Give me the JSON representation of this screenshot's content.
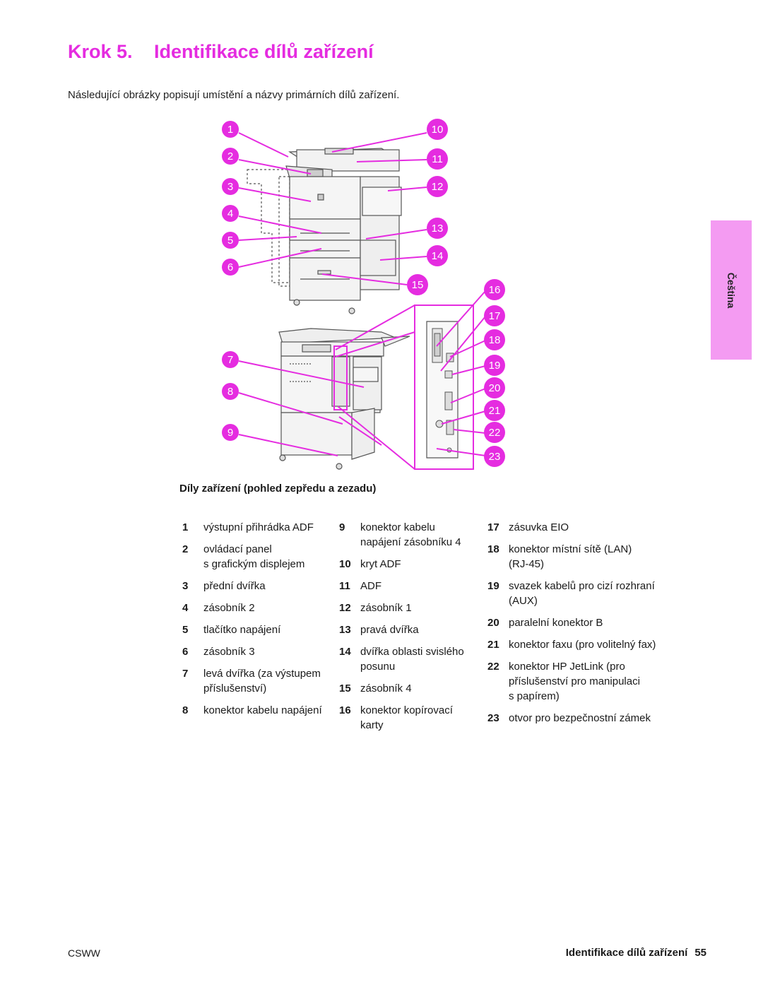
{
  "page": {
    "step": "Krok 5.",
    "title": "Identifikace dílů zařízení",
    "intro": "Následující obrázky popisují umístění a názvy primárních dílů zařízení.",
    "side_tab": "Čeština",
    "caption": "Díly zařízení (pohled zepředu a zezadu)",
    "footer_left": "CSWW",
    "footer_title": "Identifikace dílů zařízení",
    "footer_page": "55"
  },
  "callouts": [
    "1",
    "2",
    "3",
    "4",
    "5",
    "6",
    "7",
    "8",
    "9",
    "10",
    "11",
    "12",
    "13",
    "14",
    "15",
    "16",
    "17",
    "18",
    "19",
    "20",
    "21",
    "22",
    "23"
  ],
  "legend": {
    "col1": [
      {
        "num": "1",
        "text": "výstupní přihrádka ADF"
      },
      {
        "num": "2",
        "text": "ovládací panel\ns grafickým displejem"
      },
      {
        "num": "3",
        "text": "přední dvířka"
      },
      {
        "num": "4",
        "text": "zásobník 2"
      },
      {
        "num": "5",
        "text": "tlačítko napájení"
      },
      {
        "num": "6",
        "text": "zásobník 3"
      },
      {
        "num": "7",
        "text": "levá dvířka (za výstupem\npříslušenství)"
      },
      {
        "num": "8",
        "text": "konektor kabelu napájení"
      }
    ],
    "col2": [
      {
        "num": "9",
        "text": "konektor kabelu\nnapájení zásobníku 4"
      },
      {
        "num": "10",
        "text": "kryt ADF"
      },
      {
        "num": "11",
        "text": "ADF"
      },
      {
        "num": "12",
        "text": "zásobník 1"
      },
      {
        "num": "13",
        "text": "pravá dvířka"
      },
      {
        "num": "14",
        "text": "dvířka oblasti svislého\nposunu"
      },
      {
        "num": "15",
        "text": "zásobník 4"
      },
      {
        "num": "16",
        "text": "konektor kopírovací\nkarty"
      }
    ],
    "col3": [
      {
        "num": "17",
        "text": "zásuvka EIO"
      },
      {
        "num": "18",
        "text": "konektor místní sítě (LAN)\n(RJ-45)"
      },
      {
        "num": "19",
        "text": "svazek kabelů pro cizí rozhraní\n(AUX)"
      },
      {
        "num": "20",
        "text": "paralelní konektor B"
      },
      {
        "num": "21",
        "text": "konektor faxu (pro volitelný fax)"
      },
      {
        "num": "22",
        "text": "konektor HP JetLink (pro\npříslušenství pro manipulaci\ns papírem)"
      },
      {
        "num": "23",
        "text": "otvor pro bezpečnostní zámek"
      }
    ]
  },
  "colors": {
    "accent": "#e52ce0",
    "tab": "#f49bf2",
    "line": "#555555"
  }
}
